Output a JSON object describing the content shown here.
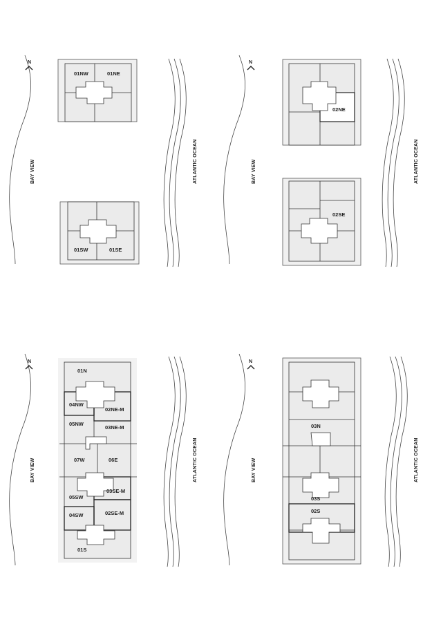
{
  "panels": [
    {
      "id": "top-left",
      "north": "N",
      "left_label": "BAY VIEW",
      "right_label": "ATLANTIC OCEAN",
      "units": [
        "01NW",
        "01NE",
        "01SW",
        "01SE"
      ]
    },
    {
      "id": "top-right",
      "north": "N",
      "left_label": "BAY VIEW",
      "right_label": "ATLANTIC OCEAN",
      "units": [
        "02NE",
        "02SE"
      ]
    },
    {
      "id": "bottom-left",
      "north": "N",
      "left_label": "BAY VIEW",
      "right_label": "ATLANTIC OCEAN",
      "units": [
        "01N",
        "04NW",
        "02NE-M",
        "05NW",
        "03NE-M",
        "07W",
        "06E",
        "05SW",
        "03SE-M",
        "04SW",
        "02SE-M",
        "01S"
      ]
    },
    {
      "id": "bottom-right",
      "north": "N",
      "left_label": "BAY VIEW",
      "right_label": "ATLANTIC OCEAN",
      "units": [
        "03N",
        "03S",
        "02S"
      ]
    }
  ]
}
